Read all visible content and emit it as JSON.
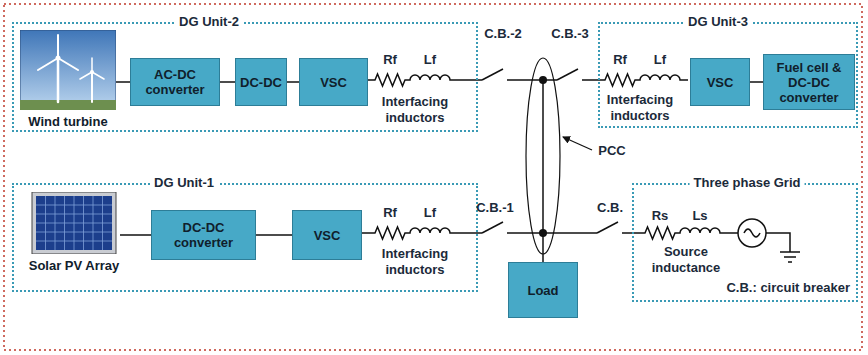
{
  "diagram": {
    "nodes": [
      {
        "text": [
          "DG Unit-2"
        ]
      },
      {
        "text": [
          "Wind turbine"
        ],
        "in": 0
      },
      {
        "text": [
          "AC-DC converter"
        ],
        "in": 0
      },
      {
        "text": [
          "DC-DC"
        ],
        "in": 0
      },
      {
        "text": [
          "VSC"
        ],
        "in": 0
      },
      {
        "text": [
          "DG Unit-3"
        ]
      },
      {
        "text": [
          "VSC"
        ],
        "in": 5
      },
      {
        "text": [
          "Fuel cell & DC-DC converter"
        ],
        "in": 5
      },
      {
        "text": [
          "DG Unit-1"
        ]
      },
      {
        "text": [
          "Solar PV Array"
        ],
        "in": 8
      },
      {
        "text": [
          "DC-DC converter"
        ],
        "in": 8
      },
      {
        "text": [
          "VSC"
        ],
        "in": 8
      },
      {
        "text": [
          "Three phase Grid",
          "C.B.: circuit breaker"
        ]
      },
      {
        "text": [
          "Load"
        ]
      }
    ],
    "edges": [
      {
        "from": 1,
        "to": 2,
        "arrow": "none"
      },
      {
        "from": 2,
        "to": 3,
        "arrow": "none"
      },
      {
        "from": 3,
        "to": 4,
        "arrow": "none"
      },
      {
        "from": 6,
        "to": 7,
        "arrow": "none"
      },
      {
        "from": 9,
        "to": 10,
        "arrow": "none"
      },
      {
        "from": 10,
        "to": 11,
        "arrow": "none"
      }
    ],
    "labels": [
      "Rf",
      "Lf",
      "Interfacing inductors",
      "C.B.-2",
      "C.B.-3",
      "Rf",
      "Lf",
      "Interfacing inductors",
      "PCC",
      "Rf",
      "Lf",
      "Interfacing inductors",
      "C.B.-1",
      "C.B.",
      "Rs",
      "Ls",
      "Source inductance"
    ]
  }
}
